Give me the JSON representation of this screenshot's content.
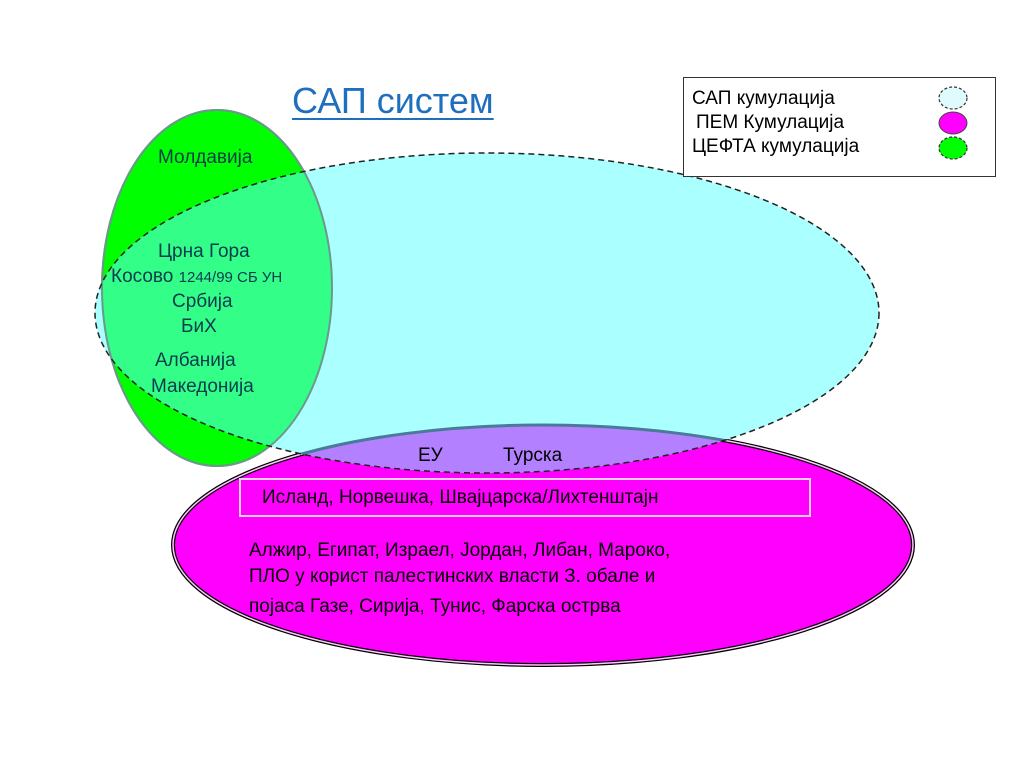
{
  "title": "САП систем",
  "legend": {
    "items": [
      {
        "label": "САП кумулација",
        "color": "#e0fbfd",
        "style": "dashed"
      },
      {
        "label": "ПЕМ Кумулација",
        "color": "#ff00ff",
        "style": "solid"
      },
      {
        "label": "ЦЕФТА кумулација",
        "color": "#00ff00",
        "style": "dashed"
      }
    ]
  },
  "colors": {
    "cefta": "#00ff00",
    "sap": "#aaffff",
    "pem": "#ff00ff",
    "overlap_cefta_sap": "#33ff88",
    "overlap_sap_pem": "#b380ff",
    "title": "#1f6fbf"
  },
  "cefta_group": {
    "moldova": "Молдавија",
    "countries": [
      "Црна Гора",
      "Косово",
      "Србија",
      "БиХ",
      "Албанија",
      "Македонија"
    ],
    "kosovo_note": "1244/99 СБ УН"
  },
  "sap_pem_overlap": {
    "eu": "ЕУ",
    "turkey": "Турска"
  },
  "pem_group": {
    "efta": "Исланд, Норвешка, Швајцарска/Лихтенштајн",
    "mediterranean_lines": [
      "Алжир, Египат, Израел, Јордан, Либан, Мароко,",
      "ПЛО у корист палестинских власти З. обале и",
      "појаса Газе, Сирија, Тунис, Фарска острва"
    ]
  }
}
